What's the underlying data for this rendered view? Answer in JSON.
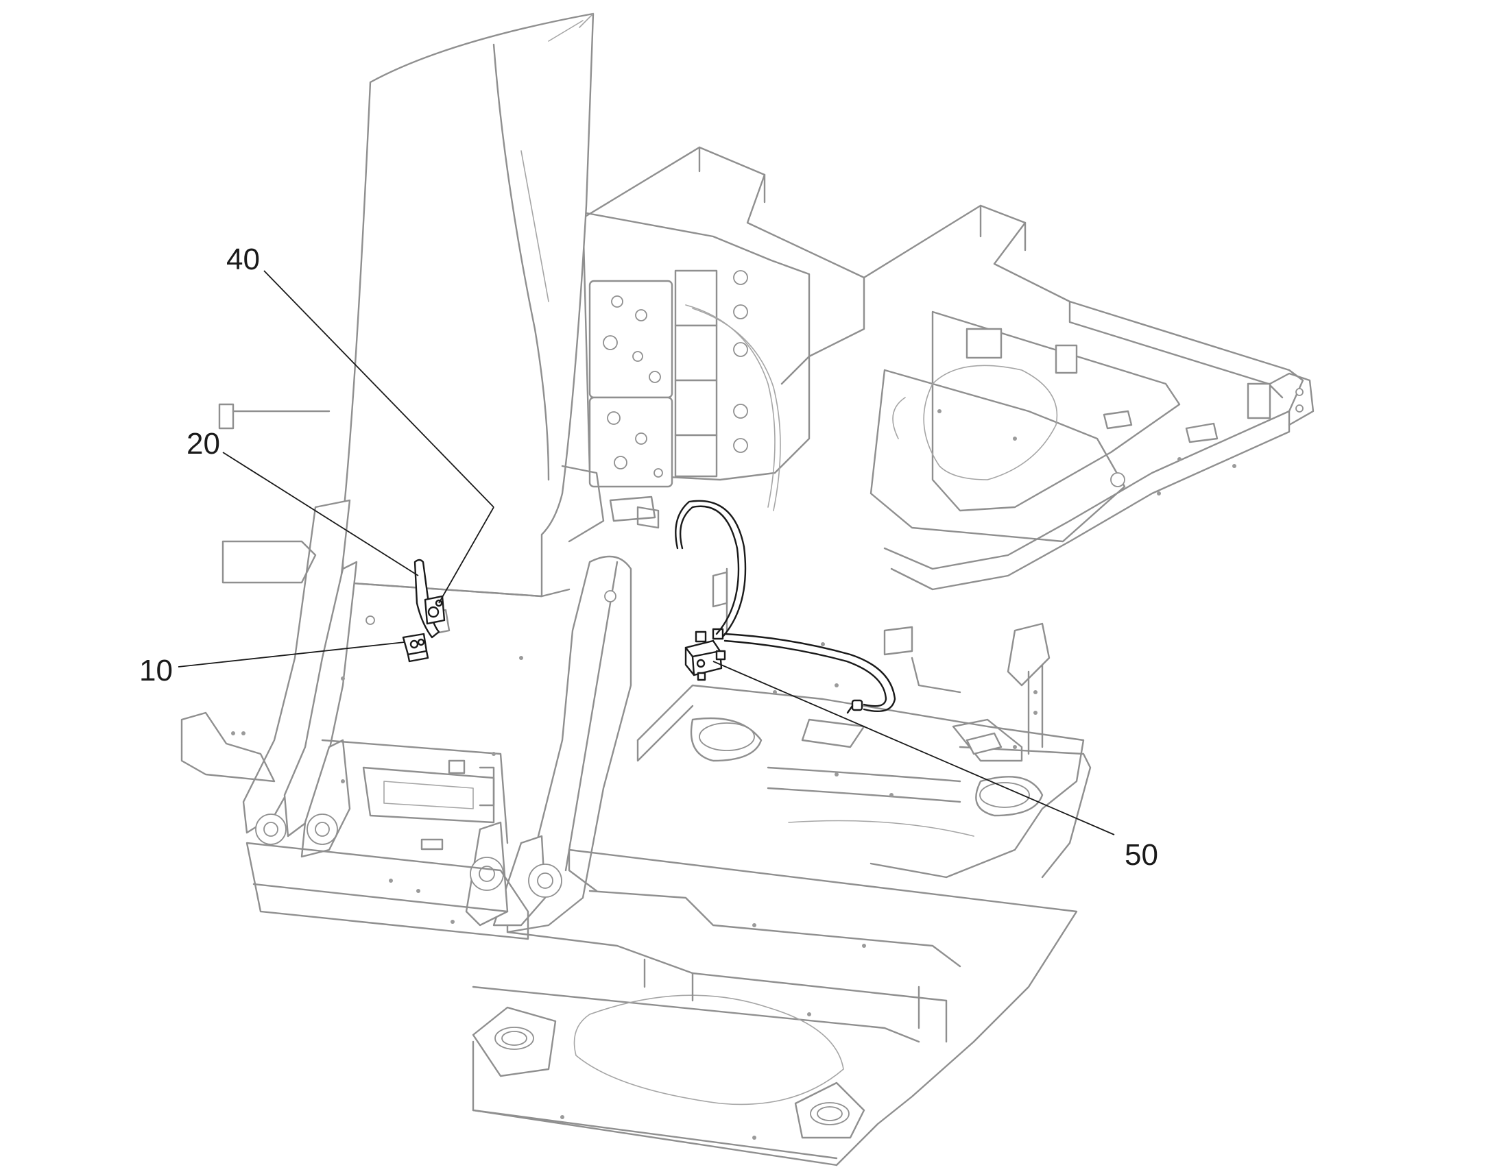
{
  "callouts": [
    {
      "id": "10",
      "label": "10"
    },
    {
      "id": "20",
      "label": "20"
    },
    {
      "id": "40",
      "label": "40"
    },
    {
      "id": "50",
      "label": "50"
    }
  ],
  "colors": {
    "ghost_lines": "#8f8f8f",
    "highlighted_parts": "#1a1a1a",
    "background": "#ffffff"
  }
}
